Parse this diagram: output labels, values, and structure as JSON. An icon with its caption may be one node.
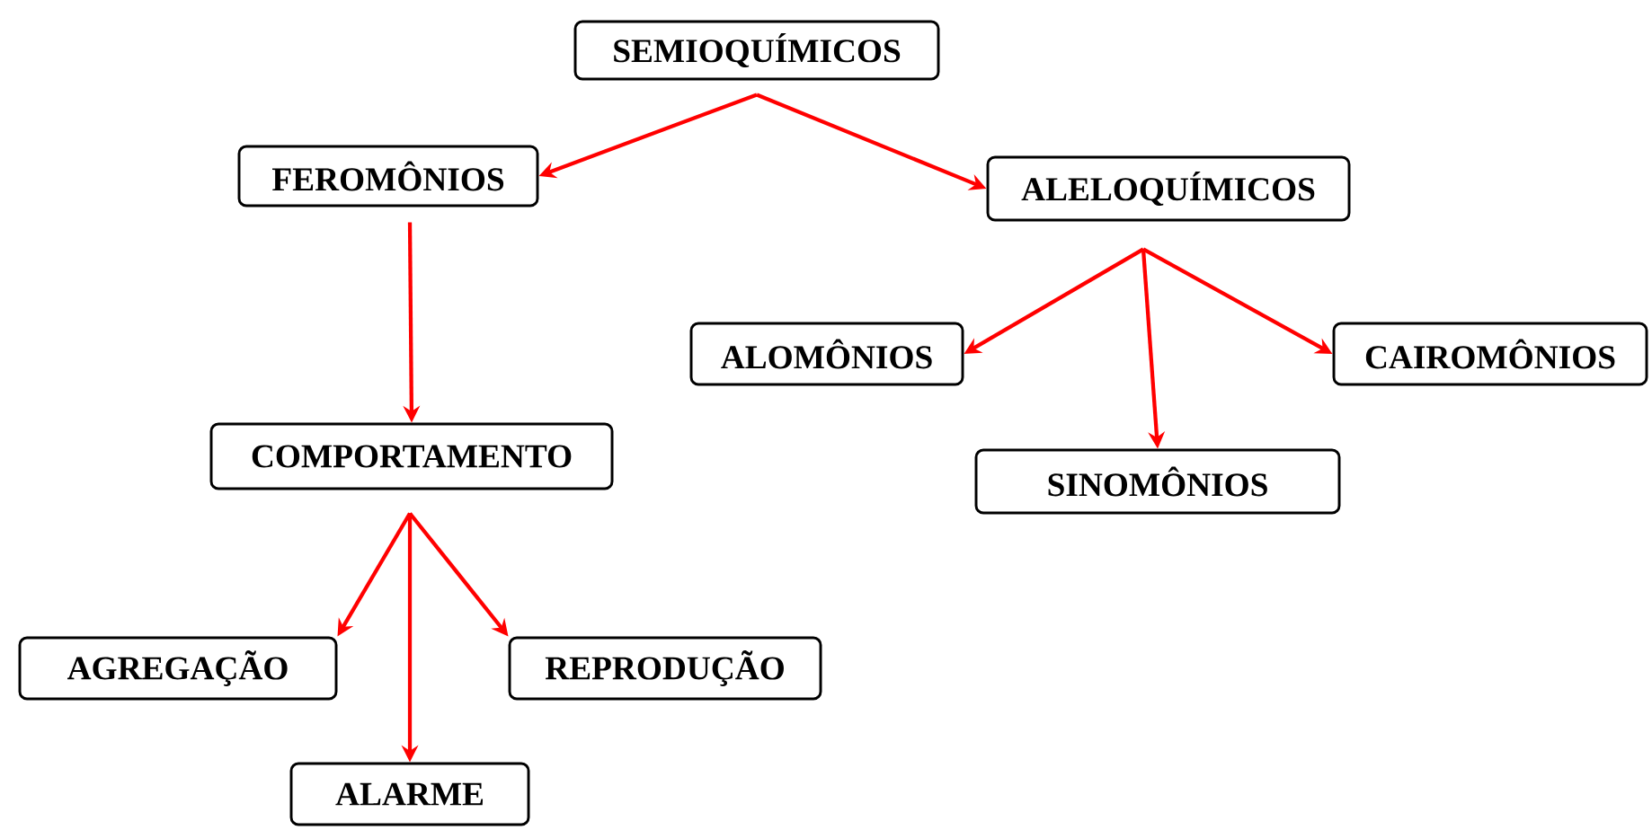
{
  "diagram": {
    "nodes": [
      {
        "text": [
          "SEMIOQUÍMICOS"
        ]
      },
      {
        "text": [
          "FEROMÔNIOS"
        ]
      },
      {
        "text": [
          "ALELOQUÍMICOS"
        ]
      },
      {
        "text": [
          "COMPORTAMENTO"
        ]
      },
      {
        "text": [
          "ALOMÔNIOS"
        ]
      },
      {
        "text": [
          "CAIROMÔNIOS"
        ]
      },
      {
        "text": [
          "SINOMÔNIOS"
        ]
      },
      {
        "text": [
          "AGREGAÇÃO"
        ]
      },
      {
        "text": [
          "REPRODUÇÃO"
        ]
      },
      {
        "text": [
          "ALARME"
        ]
      }
    ],
    "edges": [
      {
        "from": 0,
        "to": 1,
        "arrow": "to"
      },
      {
        "from": 0,
        "to": 2,
        "arrow": "to"
      },
      {
        "from": 1,
        "to": 3,
        "arrow": "to"
      },
      {
        "from": 2,
        "to": 4,
        "arrow": "to"
      },
      {
        "from": 2,
        "to": 6,
        "arrow": "to"
      },
      {
        "from": 2,
        "to": 5,
        "arrow": "to"
      },
      {
        "from": 3,
        "to": 7,
        "arrow": "to"
      },
      {
        "from": 3,
        "to": 9,
        "arrow": "to"
      },
      {
        "from": 3,
        "to": 8,
        "arrow": "to"
      }
    ]
  }
}
